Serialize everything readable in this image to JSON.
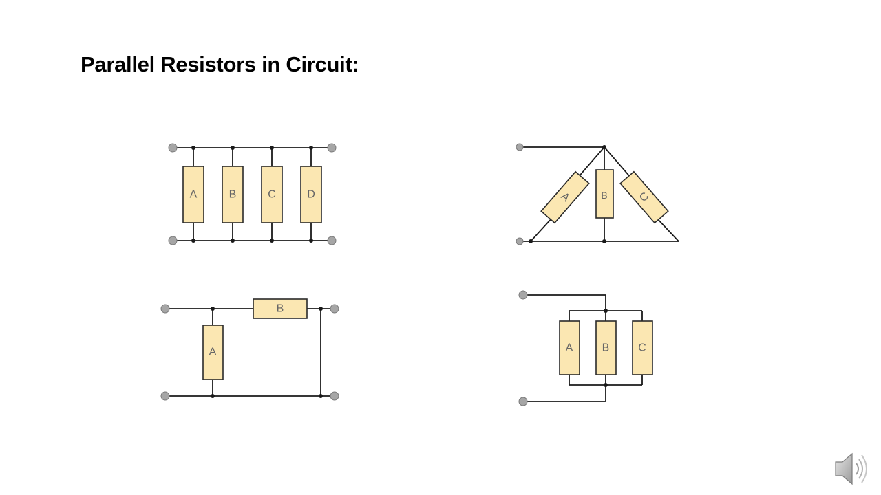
{
  "slide": {
    "title": "Parallel Resistors in Circuit:"
  },
  "circuits": {
    "four_parallel": {
      "labels": [
        "A",
        "B",
        "C",
        "D"
      ]
    },
    "triangle": {
      "labels": [
        "A",
        "B",
        "C"
      ]
    },
    "a_and_shorted_b": {
      "labels": [
        "A",
        "B"
      ]
    },
    "three_parallel": {
      "labels": [
        "A",
        "B",
        "C"
      ]
    }
  },
  "audio": {
    "icon": "speaker-icon"
  },
  "colors": {
    "resistor_fill": "#fbe7b2",
    "wire": "#1a1a1a",
    "terminal": "#a6a6a6"
  }
}
